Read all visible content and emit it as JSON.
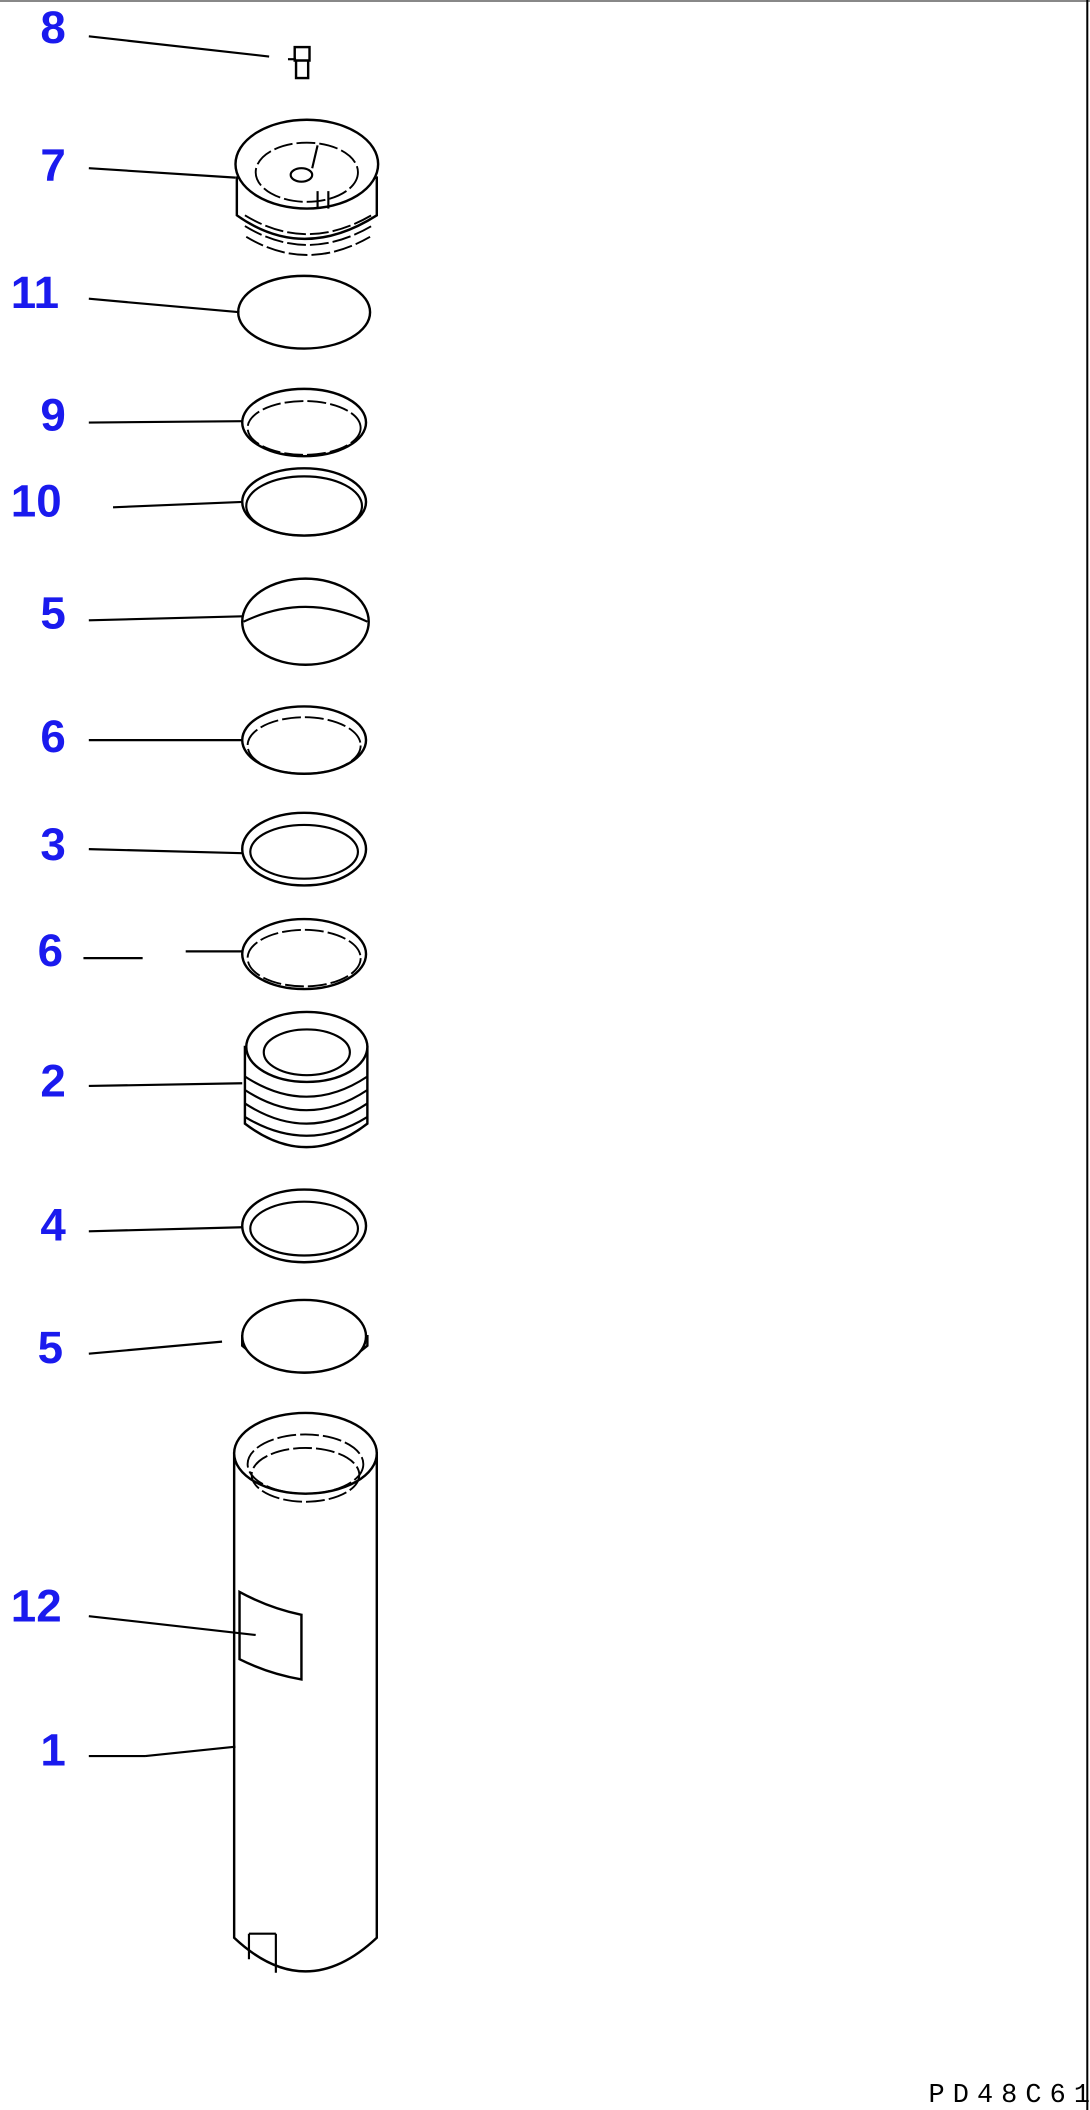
{
  "diagram": {
    "callouts": [
      {
        "label": "8"
      },
      {
        "label": "7"
      },
      {
        "label": "11"
      },
      {
        "label": "9"
      },
      {
        "label": "10"
      },
      {
        "label": "5"
      },
      {
        "label": "6"
      },
      {
        "label": "3"
      },
      {
        "label": "6"
      },
      {
        "label": "2"
      },
      {
        "label": "4"
      },
      {
        "label": "5"
      },
      {
        "label": "12"
      },
      {
        "label": "1"
      }
    ],
    "drawing_code": "PD48C61",
    "label_color": "#1a1aee"
  }
}
